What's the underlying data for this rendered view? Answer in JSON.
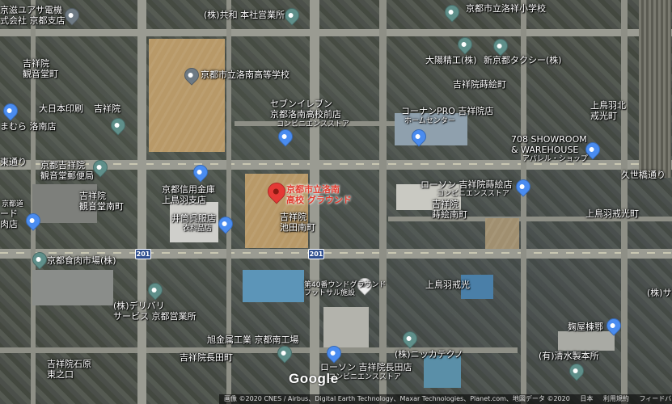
{
  "map": {
    "labels": {
      "kyoto_electric": "京滋ユアサ電機\n式会社 京都支店",
      "kyowa": "(株)共和 本社営業所",
      "kissho_elem": "京都市立洛祥小学校",
      "kissho_kanjin": "吉祥院\n観音堂町",
      "rakunan_hs": "京都市立洛南高等学校",
      "taiyo": "大陽精工(株)",
      "shin_kyoto_taxi": "新京都タクシー(株)",
      "kissho_makie_n": "吉祥院蒔絵町",
      "daiki_print": "大日本印刷",
      "kissho_1": "吉祥院",
      "seven_eleven": "セブンイレブン\n京都洛南高校前店",
      "konbini1": "コンビニエンスストア",
      "kohnan": "コーナンPRO 吉祥院店",
      "homecenter": "ホームセンター",
      "kamitoba_kitashiko": "上鳥羽北\n戒光町",
      "mamo": "まむら 洛南店",
      "showroom": "708 SHOWROOM\n& WAREHOUSE",
      "apparel": "アパレル・ショップ",
      "kisshoin_kanjin_post": "京都吉祥院\n観音堂郵便局",
      "kyoto_shinkin": "京都信用金庫\n上鳥羽支店",
      "kyoto_hs_ground": "京都市立洛南\n高校 グラウンド",
      "lawson1": "ローソン 吉祥院蒔絵店",
      "konbini2": "コンビニエンスストア",
      "kuze": "久世橋通り",
      "kissho_kanjin_minami": "吉祥院\n観音堂南町",
      "izutsu": "井筒呉服店",
      "iryo": "衣料品店",
      "kissho_ikeda": "吉祥院\n池田南町",
      "kissho_makie_minami": "吉祥院\n蒔絵南町",
      "kamitoba_shiko": "上鳥羽戒光町",
      "kyoto_meat": "京都食肉市場(株)",
      "tamanohana": "上鳥羽戒光",
      "delivery": "(株)デリバリ\nサービス 京都営業所",
      "asahi": "旭金属工業 京都南工場",
      "kissho_nagata": "吉祥院長田町",
      "kissho_ishihara": "吉祥院石原\n東之口",
      "nikka": "(株)ニッカテクノ",
      "lawson2": "ローソン 吉祥院長田店",
      "konbini3": "コンビニエンスストア",
      "kamoya": "麹屋棟鄂",
      "shimizu": "(有)清水製本所",
      "kabu": "(株)サ",
      "sports_ground": "第40番ウンドグラウンド\nフットサル施設",
      "kyoto_road": "京都道",
      "road_2": "東通り",
      "nanbu": "ード\n肉店"
    },
    "route_shields": [
      "201",
      "201"
    ],
    "google_logo": "Google",
    "attribution": [
      "画像 ©2020 CNES / Airbus、Digital Earth Technology、Maxar Technologies、Planet.com、地図データ ©2020",
      "日本",
      "利用規約",
      "フィードバックの送信"
    ]
  }
}
